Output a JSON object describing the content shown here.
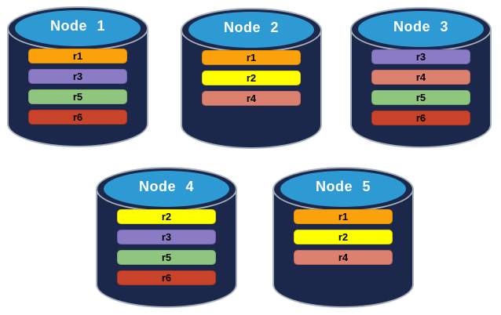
{
  "colors": {
    "cylinder_body": "#1B274B",
    "cylinder_top_face": "#2D9AD3",
    "cylinder_outline": "#A7B2BD",
    "title_text": "#FFFFFF",
    "bar_text": "#000000",
    "replica_colors": {
      "r1": {
        "bg": "#FBA10B",
        "border": "#DE8D03"
      },
      "r2": {
        "bg": "#FFFF00",
        "border": "#DCD400"
      },
      "r3": {
        "bg": "#8A7BC4",
        "border": "#7363B1"
      },
      "r4": {
        "bg": "#DC8070",
        "border": "#C2685A"
      },
      "r5": {
        "bg": "#8FC57F",
        "border": "#77B067"
      },
      "r6": {
        "bg": "#C9432B",
        "border": "#A93520"
      }
    }
  },
  "nodes": [
    {
      "label": "Node 1",
      "replicas": [
        "r1",
        "r3",
        "r5",
        "r6"
      ]
    },
    {
      "label": "Node 2",
      "replicas": [
        "r1",
        "r2",
        "r4"
      ]
    },
    {
      "label": "Node 3",
      "replicas": [
        "r3",
        "r4",
        "r5",
        "r6"
      ]
    },
    {
      "label": "Node 4",
      "replicas": [
        "r2",
        "r3",
        "r5",
        "r6"
      ]
    },
    {
      "label": "Node 5",
      "replicas": [
        "r1",
        "r2",
        "r4"
      ]
    }
  ]
}
